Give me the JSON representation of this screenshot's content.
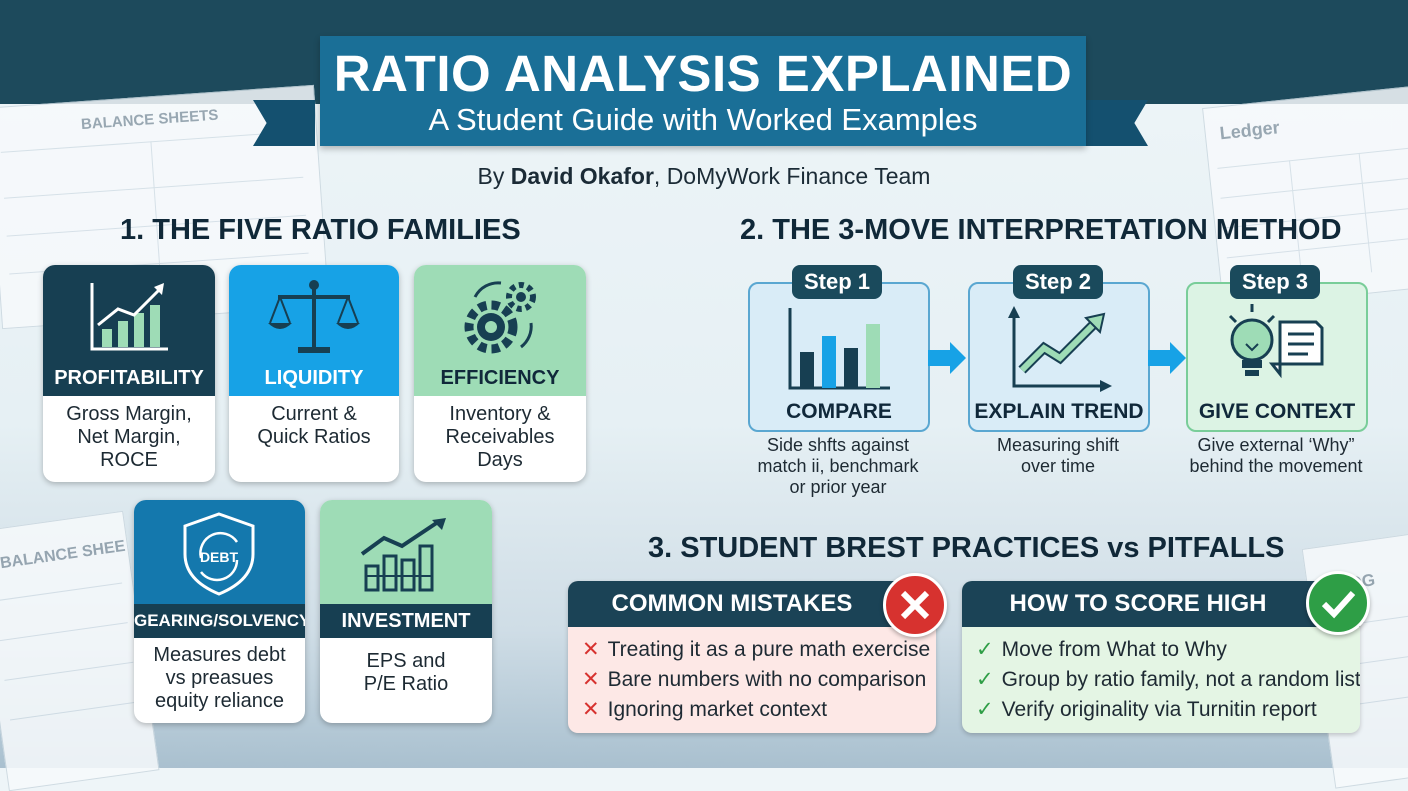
{
  "header": {
    "title": "RATIO ANALYSIS EXPLAINED",
    "subtitle": "A Student Guide with Worked Examples",
    "byline_prefix": "By ",
    "author": "David Okafor",
    "byline_suffix": ", DoMyWork Finance Team"
  },
  "background_docs": {
    "balance_top": "BALANCE SHEETS",
    "balance_bottom": "BALANCE SHEE",
    "ledger_top": "Ledger",
    "ledger_bottom": "LEDG"
  },
  "families": {
    "heading": "1. THE FIVE RATIO FAMILIES",
    "cards": [
      {
        "label": "PROFITABILITY",
        "desc": "Gross Margin, Net Margin, ROCE",
        "icon": "growth-chart-icon",
        "color": "#173f52"
      },
      {
        "label": "LIQUIDITY",
        "desc": "Current & Quick Ratios",
        "icon": "scales-icon",
        "color": "#17a2e6"
      },
      {
        "label": "EFFICIENCY",
        "desc": "Inventory & Receivables Days",
        "icon": "gears-icon",
        "color": "#9edcb6"
      },
      {
        "label": "GEARING/SOLVENCY",
        "desc": "Measures debt vs preasues equity reliance",
        "icon": "debt-shield-icon",
        "icon_text": "DEBT",
        "color": "#1478ad"
      },
      {
        "label": "INVESTMENT",
        "desc": "EPS and P/E Ratio",
        "icon": "investment-chart-icon",
        "color": "#9edcb6"
      }
    ]
  },
  "method": {
    "heading": "2. THE 3-MOVE INTERPRETATION METHOD",
    "steps": [
      {
        "step": "Step 1",
        "label": "COMPARE",
        "desc": "Side shfts against match ii, benchmark or prior year",
        "icon": "bar-chart-icon"
      },
      {
        "step": "Step 2",
        "label": "EXPLAIN TREND",
        "desc": "Measuring shift over time",
        "icon": "trend-line-icon"
      },
      {
        "step": "Step 3",
        "label": "GIVE CONTEXT",
        "desc": "Give external ‘Why” behind the movement",
        "icon": "lightbulb-document-icon"
      }
    ]
  },
  "practices": {
    "heading": "3. STUDENT BREST PRACTICES vs PITFALLS",
    "mistakes": {
      "title": "COMMON MISTAKES",
      "mark": "✕",
      "items": [
        "Treating it as a pure math exercise",
        "Bare numbers with no comparison",
        "Ignoring market context"
      ]
    },
    "score": {
      "title": "HOW TO SCORE HIGH",
      "mark": "✓",
      "items": [
        "Move from What to Why",
        "Group by ratio family, not a random list",
        "Verify originality via Turnitin report"
      ]
    }
  },
  "colors": {
    "header_band": "#1d4a5c",
    "banner": "#1a6f97",
    "dark_teal": "#173f52",
    "mint": "#9edcb6",
    "mistake_bg": "#fde8e6",
    "score_bg": "#e4f5e4",
    "mistake_red": "#d7322f",
    "check_green": "#2e9e46"
  }
}
